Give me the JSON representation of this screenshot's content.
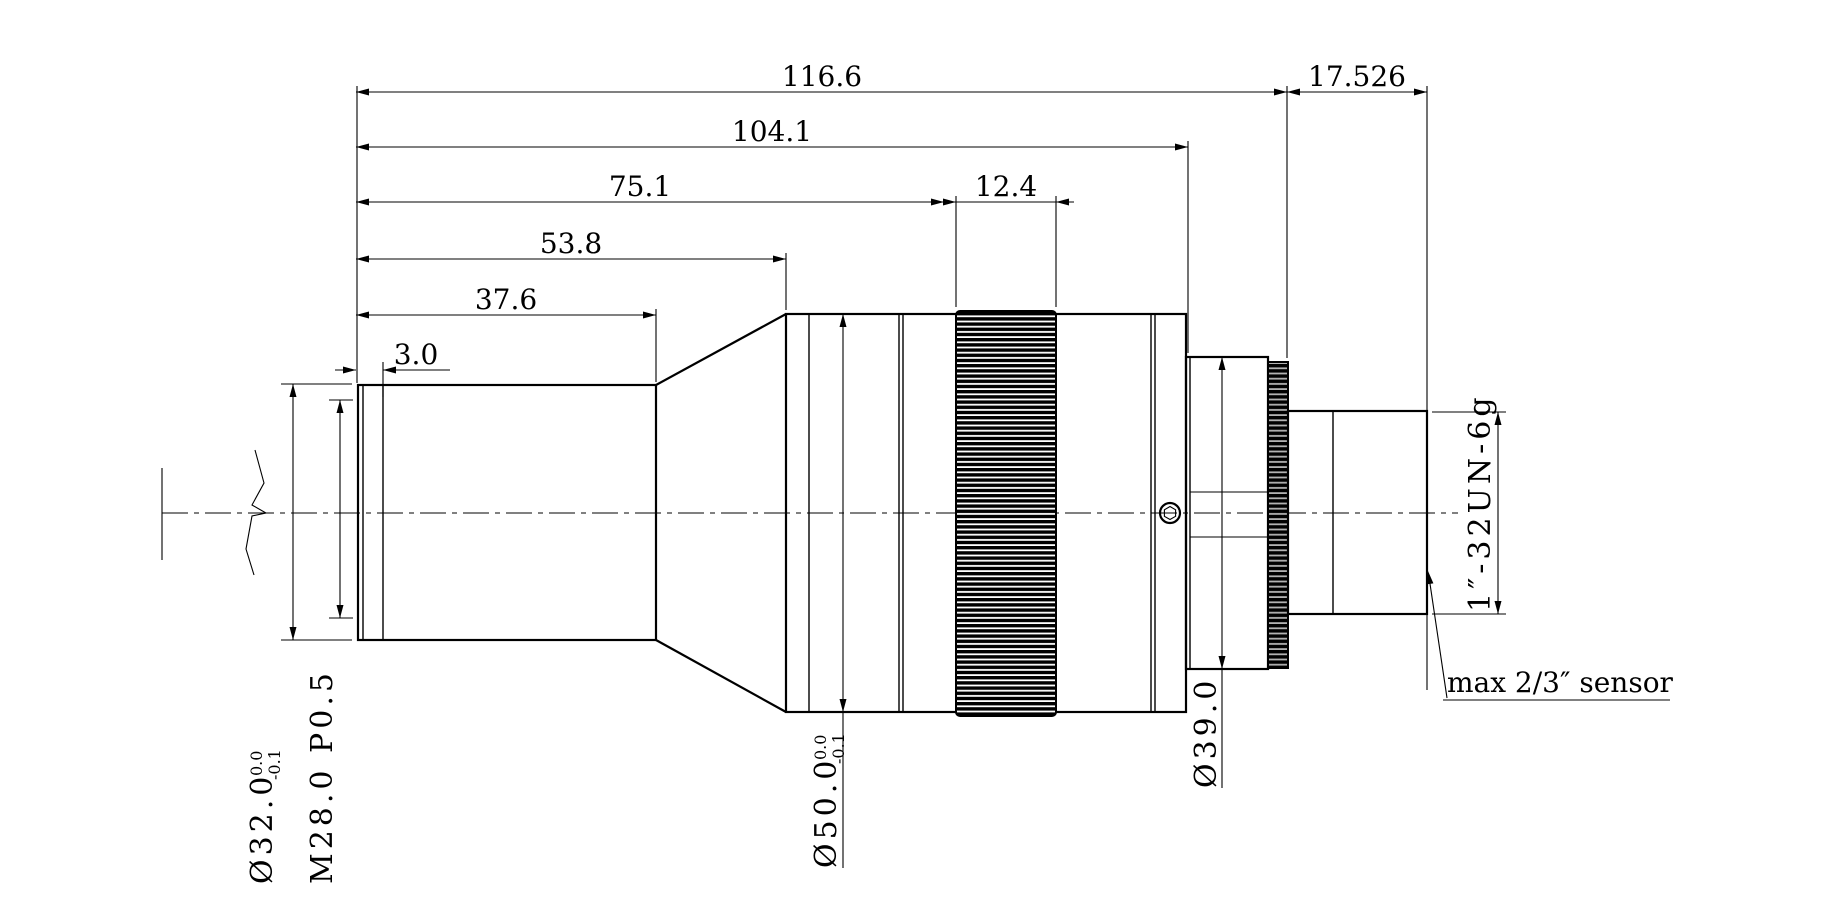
{
  "drawing": {
    "linear_dims_mm": {
      "overall_length": "116.6",
      "flange_focal_distance": "17.526",
      "body_length": "104.1",
      "front_to_focus_ring": "75.1",
      "focus_ring_width": "12.4",
      "front_to_body": "53.8",
      "front_barrel_length": "37.6",
      "front_bezel_width": "3.0"
    },
    "diameter_dims": {
      "front_barrel": {
        "value": "Ø32.0",
        "tol_upper": "0.0",
        "tol_lower": "-0.1"
      },
      "front_thread": {
        "value": "M28.0 P0.5"
      },
      "main_body": {
        "value": "Ø50.0",
        "tol_upper": "0.0",
        "tol_lower": "-0.1"
      },
      "rear_ring": {
        "value": "Ø39.0"
      }
    },
    "notes": {
      "mount_thread": "1″-32UN-6g",
      "max_sensor": "max 2/3″ sensor"
    }
  }
}
